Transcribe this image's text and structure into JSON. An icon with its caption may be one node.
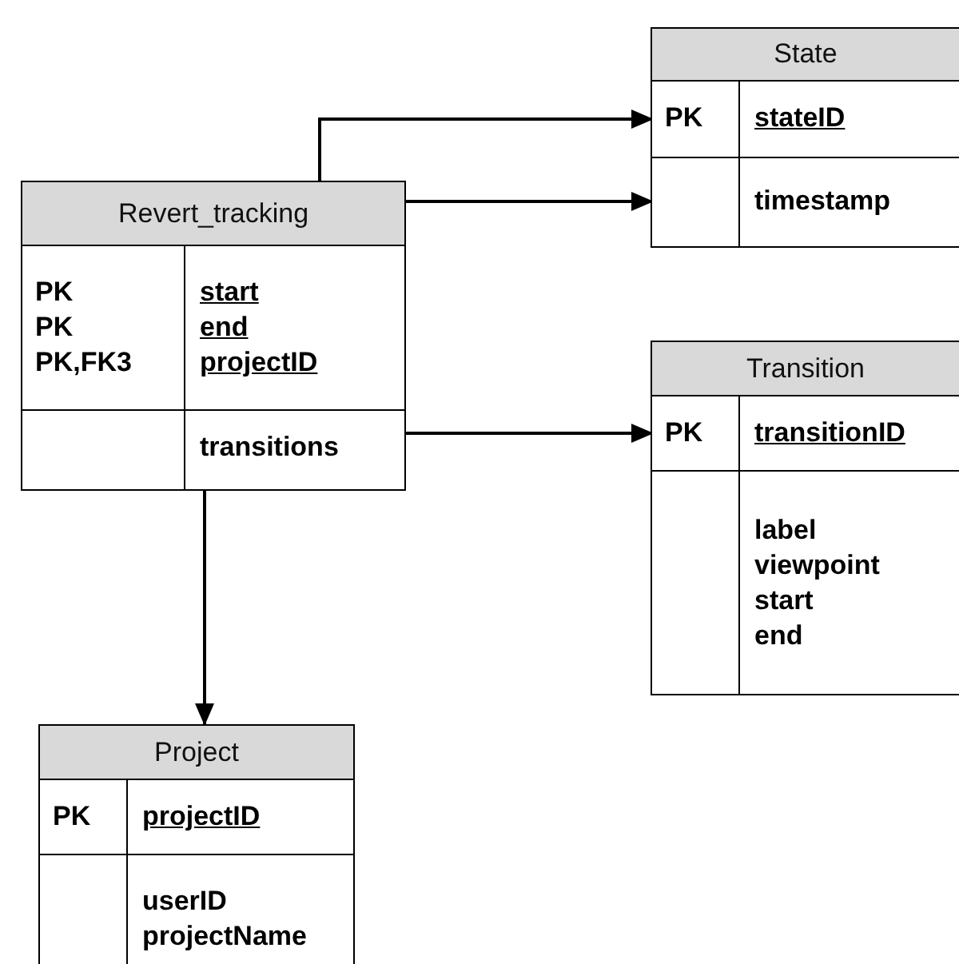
{
  "diagram": {
    "nodes": [
      {
        "text": [
          "State"
        ]
      },
      {
        "text": [
          "PK",
          "stateID"
        ],
        "in": 0
      },
      {
        "text": [
          "timestamp"
        ],
        "in": 0
      },
      {
        "text": [
          "Revert_tracking"
        ]
      },
      {
        "text": [
          "PK PK PK,FK3",
          "start end projectID"
        ],
        "in": 3
      },
      {
        "text": [
          "transitions"
        ],
        "in": 3
      },
      {
        "text": [
          "Transition"
        ]
      },
      {
        "text": [
          "PK",
          "transitionID"
        ],
        "in": 6
      },
      {
        "text": [
          "label viewpoint start end"
        ],
        "in": 6
      },
      {
        "text": [
          "Project"
        ]
      },
      {
        "text": [
          "PK",
          "projectID"
        ],
        "in": 9
      },
      {
        "text": [
          "userID projectName"
        ],
        "in": 9
      }
    ],
    "edges": [
      {
        "from": 3,
        "to": 1,
        "arrow": "to"
      },
      {
        "from": 3,
        "to": 2,
        "arrow": "to"
      },
      {
        "from": 5,
        "to": 7,
        "arrow": "to"
      },
      {
        "from": 3,
        "to": 9,
        "arrow": "to"
      }
    ]
  }
}
